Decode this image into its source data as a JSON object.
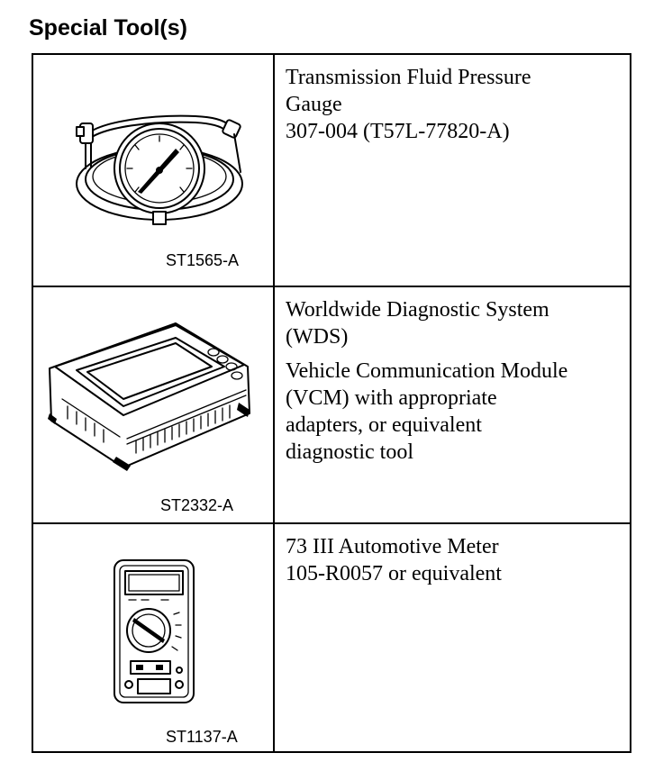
{
  "page": {
    "title": "Special Tool(s)"
  },
  "tools": [
    {
      "illustration": "pressure-gauge-icon",
      "code": "ST1565-A",
      "description_lines": [
        "Transmission Fluid Pressure",
        "Gauge",
        "307-004 (T57L-77820-A)"
      ]
    },
    {
      "illustration": "diagnostic-system-icon",
      "code": "ST2332-A",
      "description_lines": [
        "Worldwide Diagnostic System",
        "(WDS)"
      ],
      "description_lines_2": [
        "Vehicle Communication Module",
        "(VCM) with appropriate",
        "adapters, or equivalent",
        "diagnostic tool"
      ]
    },
    {
      "illustration": "multimeter-icon",
      "code": "ST1137-A",
      "description_lines": [
        "73 III Automotive Meter",
        "105-R0057 or equivalent"
      ]
    }
  ]
}
